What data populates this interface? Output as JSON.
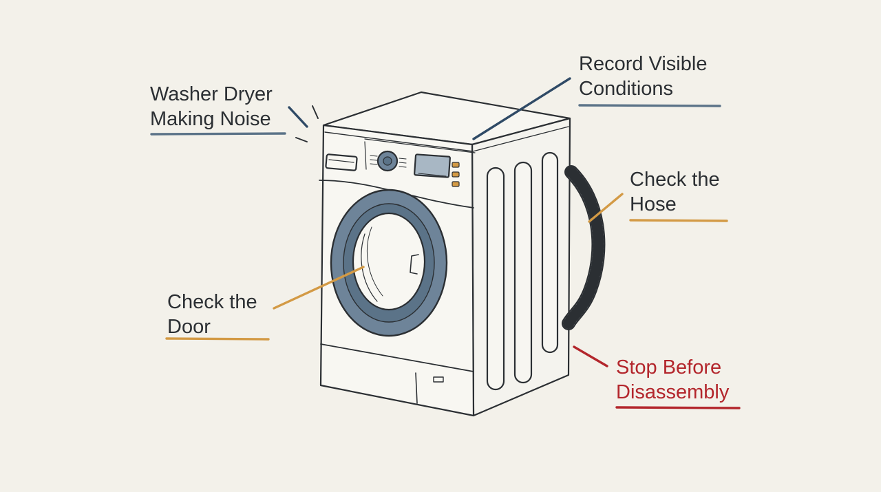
{
  "colors": {
    "background": "#f3f1ea",
    "ink": "#2b2f33",
    "blue_accent": "#5b7388",
    "orange_accent": "#d39a45",
    "red_accent": "#b3262c",
    "door_ring": "#6e8499"
  },
  "labels": {
    "noise": {
      "lines": [
        "Washer Dryer",
        "Making Noise"
      ],
      "accent": "blue"
    },
    "conditions": {
      "lines": [
        "Record Visible",
        "Conditions"
      ],
      "accent": "blue"
    },
    "hose": {
      "lines": [
        "Check the",
        "Hose"
      ],
      "accent": "orange"
    },
    "door": {
      "lines": [
        "Check the",
        "Door"
      ],
      "accent": "orange"
    },
    "stop": {
      "lines": [
        "Stop Before",
        "Disassembly"
      ],
      "accent": "red"
    }
  }
}
